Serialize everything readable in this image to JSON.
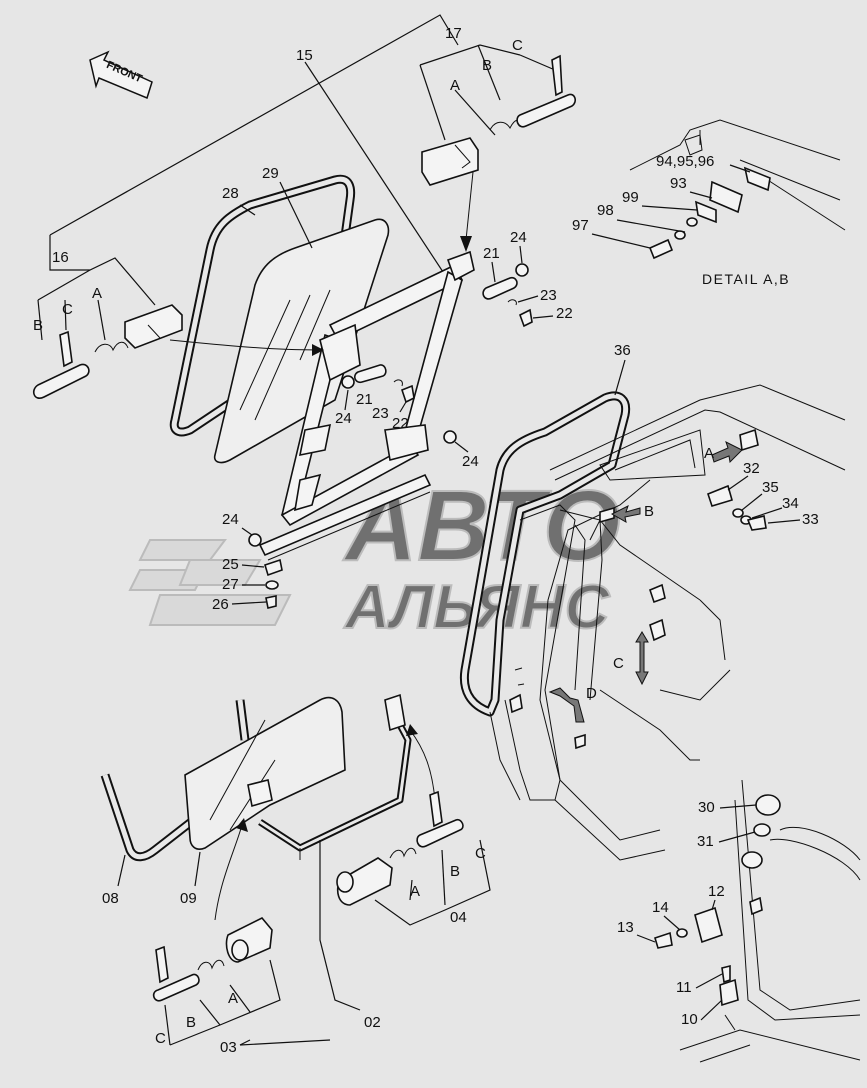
{
  "watermark": {
    "line1": "АВТО",
    "line2": "АЛЬЯНС"
  },
  "front_label": "FRONT",
  "detail_caption": "DETAIL A,B",
  "labels": {
    "l15": "15",
    "l17": "17",
    "l16": "16",
    "l28": "28",
    "l29": "29",
    "l21a": "21",
    "l24a": "24",
    "l23a": "23",
    "l22a": "22",
    "l21b": "21",
    "l24b": "24",
    "l23b": "23",
    "l22b": "22",
    "l24c": "24",
    "l24d": "24",
    "l25": "25",
    "l27": "27",
    "l26": "26",
    "l36": "36",
    "l32": "32",
    "l35": "35",
    "l34": "34",
    "l33": "33",
    "l94": "94,95,96",
    "l93": "93",
    "l99": "99",
    "l98": "98",
    "l97": "97",
    "l08": "08",
    "l09": "09",
    "l02": "02",
    "l03": "03",
    "l04": "04",
    "l30": "30",
    "l31": "31",
    "l12": "12",
    "l14": "14",
    "l13": "13",
    "l11": "11",
    "l10": "10",
    "a17": "A",
    "b17": "B",
    "c17": "C",
    "a16": "A",
    "b16": "B",
    "c16": "C",
    "a03": "A",
    "b03": "B",
    "c03": "C",
    "a04": "A",
    "b04": "B",
    "c04": "C",
    "cabA": "A",
    "cabB": "B",
    "cabC": "C",
    "cabD": "D"
  }
}
